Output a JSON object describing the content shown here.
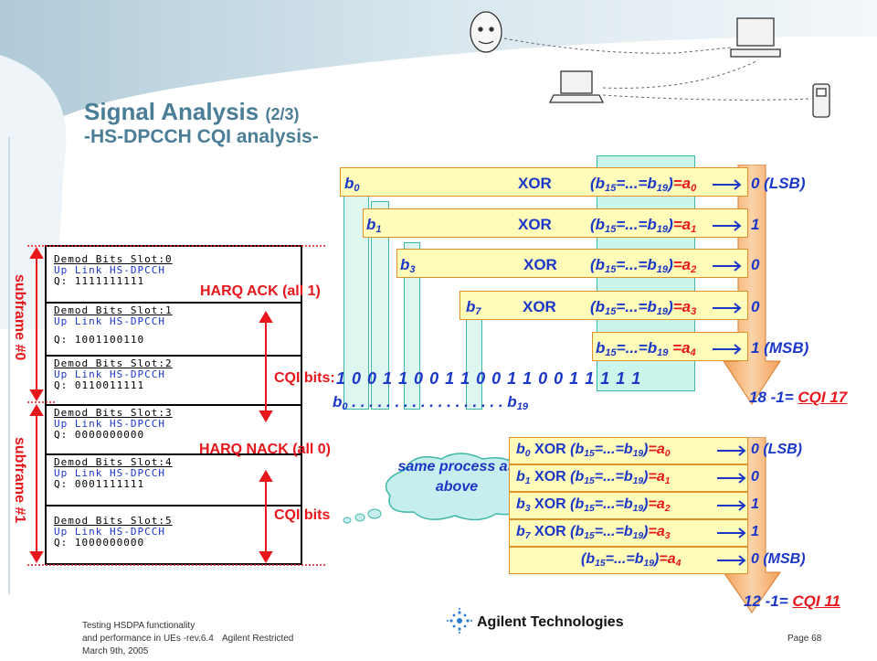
{
  "header": {
    "title": "Signal Analysis",
    "title_suffix": "(2/3)",
    "subtitle": "-HS-DPCCH CQI analysis-"
  },
  "demod_panel": {
    "slots": [
      {
        "header": "Demod Bits   Slot:0",
        "channel": "Up Link HS-DPCCH",
        "q": "Q: 1111111111"
      },
      {
        "header": "Demod Bits   Slot:1",
        "channel": "Up Link HS-DPCCH",
        "q": "Q: 1001100110"
      },
      {
        "header": "Demod Bits   Slot:2",
        "channel": "Up Link HS-DPCCH",
        "q": "Q: 0110011111"
      },
      {
        "header": "Demod Bits   Slot:3",
        "channel": "Up Link HS-DPCCH",
        "q": "Q: 0000000000"
      },
      {
        "header": "Demod Bits   Slot:4",
        "channel": "Up Link HS-DPCCH",
        "q": "Q: 0001111111"
      },
      {
        "header": "Demod Bits   Slot:5",
        "channel": "Up Link HS-DPCCH",
        "q": "Q: 1000000000"
      }
    ]
  },
  "labels": {
    "subframe0": "subframe #0",
    "subframe1": "subframe #1",
    "harq_ack": "HARQ ACK (all 1)",
    "harq_nack": "HARQ NACK (all 0)",
    "cqi_bits_top": "CQI bits:",
    "cqi_bits_bottom": "CQI bits",
    "bit_sequence": "1 0 0 1 1 0 0 1 1 0   0 1 1 0 0 1 1 1 1 1",
    "cloud": "same process as above"
  },
  "top_rows": [
    {
      "b": "0",
      "xor": "XOR",
      "res": "0",
      "out": "0 (LSB)"
    },
    {
      "b": "1",
      "xor": "XOR",
      "res": "1",
      "out": "1"
    },
    {
      "b": "3",
      "xor": "XOR",
      "res": "2",
      "out": "0"
    },
    {
      "b": "7",
      "xor": "XOR",
      "res": "3",
      "out": "0"
    },
    {
      "b": "",
      "xor": "",
      "res": "4",
      "out": "1 (MSB)"
    }
  ],
  "bottom_rows": [
    {
      "b": "0",
      "xor": "XOR",
      "res": "0",
      "out": "0 (LSB)"
    },
    {
      "b": "1",
      "xor": "XOR",
      "res": "1",
      "out": "0"
    },
    {
      "b": "3",
      "xor": "XOR",
      "res": "2",
      "out": "1"
    },
    {
      "b": "7",
      "xor": "XOR",
      "res": "3",
      "out": "1"
    },
    {
      "b": "",
      "xor": "",
      "res": "4",
      "out": "0 (MSB)"
    }
  ],
  "results": {
    "top_calc": "18 -1= ",
    "top_cqi": "CQI 17",
    "bottom_calc": "12 -1= ",
    "bottom_cqi": "CQI 11"
  },
  "footer": {
    "line1": "Testing HSDPA functionality",
    "line2": "and performance in UEs -rev.6.4",
    "line3": "March 9th, 2005",
    "restricted": "Agilent Restricted",
    "brand": "Agilent Technologies",
    "page": "Page 68"
  },
  "colors": {
    "accent_red": "#e8171b",
    "accent_blue": "#1a37c8",
    "title_teal": "#4a7d96"
  }
}
